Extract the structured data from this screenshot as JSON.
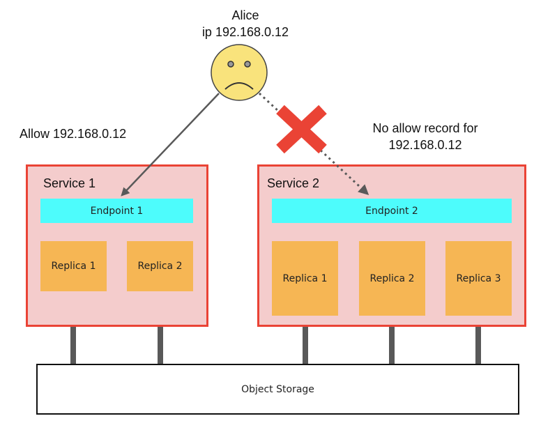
{
  "user": {
    "name": "Alice",
    "ip": "ip 192.168.0.12"
  },
  "notes": {
    "allow": "Allow 192.168.0.12",
    "deny_line1": "No allow record for",
    "deny_line2": "192.168.0.12"
  },
  "services": [
    {
      "title": "Service 1",
      "endpoint": "Endpoint 1",
      "replicas": [
        "Replica 1",
        "Replica 2"
      ]
    },
    {
      "title": "Service 2",
      "endpoint": "Endpoint 2",
      "replicas": [
        "Replica 1",
        "Replica 2",
        "Replica 3"
      ]
    }
  ],
  "storage": {
    "label": "Object Storage"
  },
  "colors": {
    "service_fill": "#f4cccc",
    "service_border": "#ea4335",
    "endpoint": "#4dfcfc",
    "replica": "#f6b654",
    "face": "#f9e37c",
    "deny_mark": "#ea4335",
    "connector": "#595959"
  },
  "icons": {
    "user": "sad-face-icon",
    "deny": "cross-icon"
  }
}
